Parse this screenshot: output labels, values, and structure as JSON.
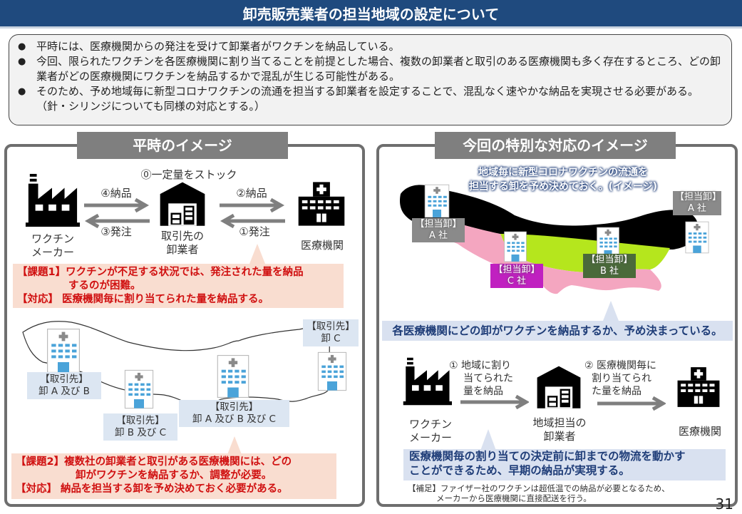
{
  "page": {
    "title": "卸売販売業者の担当地域の設定について",
    "page_number": "31"
  },
  "summary": {
    "bullets": [
      "平時には、医療機関からの発注を受けて卸業者がワクチンを納品している。",
      "今回、限られたワクチンを各医療機関に割り当てることを前提とした場合、複数の卸業者と取引のある医療機関も多く存在するところ、どの卸業者がどの医療機関にワクチンを納品するかで混乱が生じる可能性がある。",
      "そのため、予め地域毎に新型コロナワクチンの流通を担当する卸業者を設定することで、混乱なく速やかな納品を実現させる必要がある。（針・シリンジについても同様の対応とする。）"
    ]
  },
  "left_panel": {
    "header": "平時のイメージ",
    "flow": {
      "stock_label": "⓪一定量をストック",
      "maker_label_1": "ワクチン",
      "maker_label_2": "メーカー",
      "wholesaler_label_1": "取引先の",
      "wholesaler_label_2": "卸業者",
      "hospital_label": "医療機関",
      "arrow_4": "④納品",
      "arrow_3": "③発注",
      "arrow_2": "②納品",
      "arrow_1": "①発注"
    },
    "issue1": {
      "line1": "【課題1】ワクチンが不足する状況では、発注された量を納品",
      "line2": "するのが困難。",
      "line3": "【対応】 医療機関毎に割り当てられた量を納品する。"
    },
    "map_tags": [
      {
        "line1": "【取引先】",
        "line2": "卸 A 及び B"
      },
      {
        "line1": "【取引先】",
        "line2": "卸 B 及び C"
      },
      {
        "line1": "【取引先】",
        "line2": "卸 A 及び B 及び C"
      },
      {
        "line1": "【取引先】",
        "line2": "卸 C"
      }
    ],
    "issue2": {
      "line1": "【課題2】複数社の卸業者と取引がある医療機関には、どの",
      "line2": "卸がワクチンを納品するか、調整が必要。",
      "line3": "【対応】 納品を担当する卸を予め決めておく必要がある。"
    }
  },
  "right_panel": {
    "header": "今回の特別な対応のイメージ",
    "map_caption_1": "地域毎に新型コロナワクチンの流通を",
    "map_caption_2": "担当する卸を予め決めておく。(イメージ)",
    "map_tags": [
      {
        "line1": "【担当卸】",
        "line2": "A 社",
        "color": "#8a8a8a"
      },
      {
        "line1": "【担当卸】",
        "line2": "C 社",
        "color": "#c020c0"
      },
      {
        "line1": "【担当卸】",
        "line2": "B 社",
        "color": "#4a6a3a"
      },
      {
        "line1": "【担当卸】",
        "line2": "A 社",
        "color": "#8a8a8a"
      }
    ],
    "map_colors": {
      "region_a": "#000000",
      "region_b": "#b5e61d",
      "region_c": "#f4a6c0"
    },
    "decided_callout": "各医療機関にどの卸がワクチンを納品するか、予め決まっている。",
    "flow": {
      "arrow1_1": "① 地域に割り",
      "arrow1_2": "当てられた",
      "arrow1_3": "量を納品",
      "arrow2_1": "② 医療機関毎に",
      "arrow2_2": "割り当てられ",
      "arrow2_3": "た量を納品",
      "maker_label_1": "ワクチン",
      "maker_label_2": "メーカー",
      "wholesaler_label_1": "地域担当の",
      "wholesaler_label_2": "卸業者",
      "hospital_label": "医療機関"
    },
    "benefit_1": "医療機関毎の割り当ての決定前に卸までの物流を動かす",
    "benefit_2": "ことができるため、早期の納品が実現する。",
    "note_1": "【補足】ファイザー社のワクチンは超低温での納品が必要となるため、",
    "note_2": "メーカーから医療機関に直接配送を行う。"
  }
}
